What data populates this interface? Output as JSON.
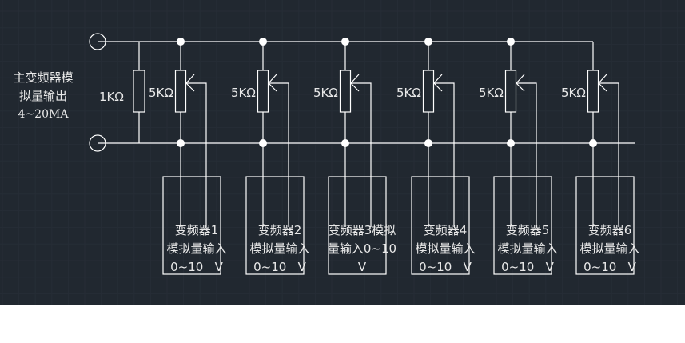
{
  "source": {
    "label_lines": [
      "主变频器模",
      "拟量输出",
      "4~20MA"
    ],
    "load_resistor": "1KΩ"
  },
  "potentiometers": [
    {
      "label": "5KΩ"
    },
    {
      "label": "5KΩ"
    },
    {
      "label": "5KΩ"
    },
    {
      "label": "5KΩ"
    },
    {
      "label": "5KΩ"
    },
    {
      "label": "5KΩ"
    }
  ],
  "inverters": [
    {
      "lines": [
        "变频器1",
        "模拟量输入",
        "0~10   V"
      ]
    },
    {
      "lines": [
        "变频器2",
        "模拟量输入",
        "0~10   V"
      ]
    },
    {
      "lines": [
        "变频器3模拟",
        "量输入0~10",
        "V"
      ]
    },
    {
      "lines": [
        "变频器4",
        "模拟量输入",
        "0~10   V"
      ]
    },
    {
      "lines": [
        "变频器5",
        "模拟量输入",
        "0~10   V"
      ]
    },
    {
      "lines": [
        "变频器6",
        "模拟量输入",
        "0~10   V"
      ]
    }
  ],
  "colors": {
    "background": "#212830",
    "grid": "#2e3641",
    "line": "#ffffff"
  }
}
